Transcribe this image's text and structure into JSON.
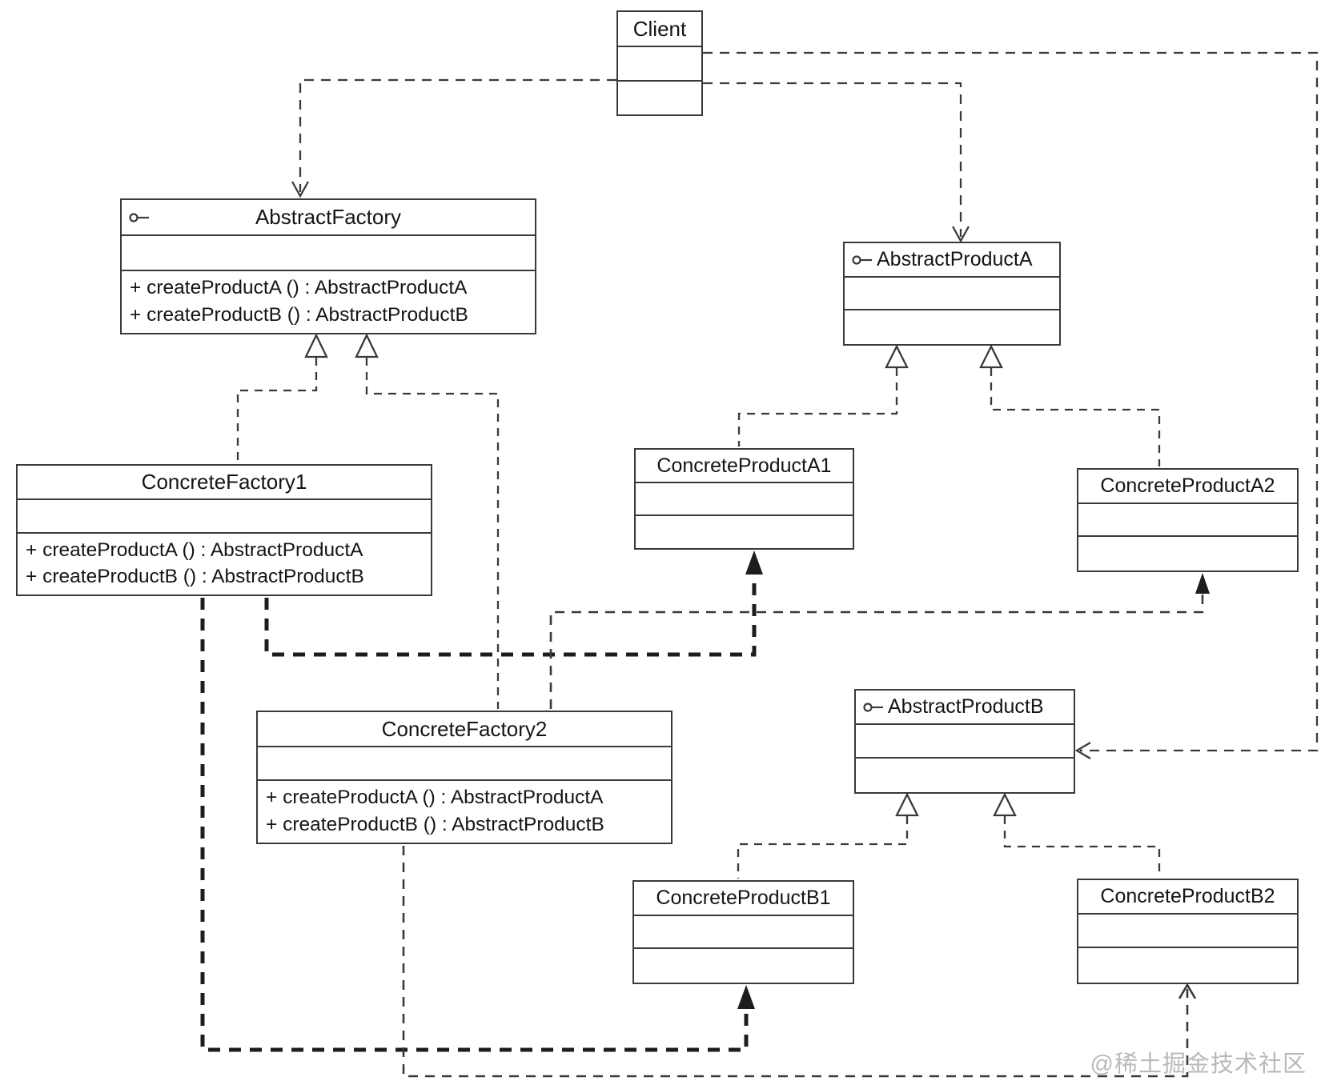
{
  "diagram": {
    "type": "uml-class-diagram",
    "pattern": "Abstract Factory",
    "watermark": "@稀土掘金技术社区",
    "colors": {
      "line": "#3a3a3a",
      "text": "#151515",
      "background": "#ffffff",
      "watermark": "#b9b9b9"
    },
    "classes": {
      "client": {
        "name": "Client",
        "attributes": [],
        "methods": []
      },
      "abstract_factory": {
        "name": "AbstractFactory",
        "stereotype_icon": "interface-key-icon",
        "attributes": [],
        "methods": [
          "+ createProductA () : AbstractProductA",
          "+ createProductB () : AbstractProductB"
        ]
      },
      "concrete_factory_1": {
        "name": "ConcreteFactory1",
        "attributes": [],
        "methods": [
          "+ createProductA () : AbstractProductA",
          "+ createProductB () : AbstractProductB"
        ]
      },
      "concrete_factory_2": {
        "name": "ConcreteFactory2",
        "attributes": [],
        "methods": [
          "+ createProductA () : AbstractProductA",
          "+ createProductB () : AbstractProductB"
        ]
      },
      "abstract_product_a": {
        "name": "AbstractProductA",
        "stereotype_icon": "interface-key-icon",
        "attributes": [],
        "methods": []
      },
      "concrete_product_a1": {
        "name": "ConcreteProductA1",
        "attributes": [],
        "methods": []
      },
      "concrete_product_a2": {
        "name": "ConcreteProductA2",
        "attributes": [],
        "methods": []
      },
      "abstract_product_b": {
        "name": "AbstractProductB",
        "stereotype_icon": "interface-key-icon",
        "attributes": [],
        "methods": []
      },
      "concrete_product_b1": {
        "name": "ConcreteProductB1",
        "attributes": [],
        "methods": []
      },
      "concrete_product_b2": {
        "name": "ConcreteProductB2",
        "attributes": [],
        "methods": []
      }
    },
    "relationships": [
      {
        "from": "Client",
        "to": "AbstractFactory",
        "type": "dependency",
        "style": "dashed",
        "arrow": "open"
      },
      {
        "from": "Client",
        "to": "AbstractProductA",
        "type": "dependency",
        "style": "dashed",
        "arrow": "open"
      },
      {
        "from": "Client",
        "to": "AbstractProductB",
        "type": "dependency",
        "style": "dashed",
        "arrow": "open"
      },
      {
        "from": "ConcreteFactory1",
        "to": "AbstractFactory",
        "type": "generalization",
        "style": "dashed",
        "arrow": "hollow-triangle"
      },
      {
        "from": "ConcreteFactory2",
        "to": "AbstractFactory",
        "type": "generalization",
        "style": "dashed",
        "arrow": "hollow-triangle"
      },
      {
        "from": "ConcreteProductA1",
        "to": "AbstractProductA",
        "type": "generalization",
        "style": "dashed",
        "arrow": "hollow-triangle"
      },
      {
        "from": "ConcreteProductA2",
        "to": "AbstractProductA",
        "type": "generalization",
        "style": "dashed",
        "arrow": "hollow-triangle"
      },
      {
        "from": "ConcreteProductB1",
        "to": "AbstractProductB",
        "type": "generalization",
        "style": "dashed",
        "arrow": "hollow-triangle"
      },
      {
        "from": "ConcreteProductB2",
        "to": "AbstractProductB",
        "type": "generalization",
        "style": "dashed",
        "arrow": "hollow-triangle"
      },
      {
        "from": "ConcreteFactory1",
        "to": "ConcreteProductA1",
        "type": "dependency",
        "style": "bold-dashed",
        "arrow": "filled"
      },
      {
        "from": "ConcreteFactory1",
        "to": "ConcreteProductB1",
        "type": "dependency",
        "style": "bold-dashed",
        "arrow": "filled"
      },
      {
        "from": "ConcreteFactory2",
        "to": "ConcreteProductA2",
        "type": "dependency",
        "style": "dashed",
        "arrow": "filled"
      },
      {
        "from": "ConcreteFactory2",
        "to": "ConcreteProductB2",
        "type": "dependency",
        "style": "dashed",
        "arrow": "open"
      }
    ]
  }
}
